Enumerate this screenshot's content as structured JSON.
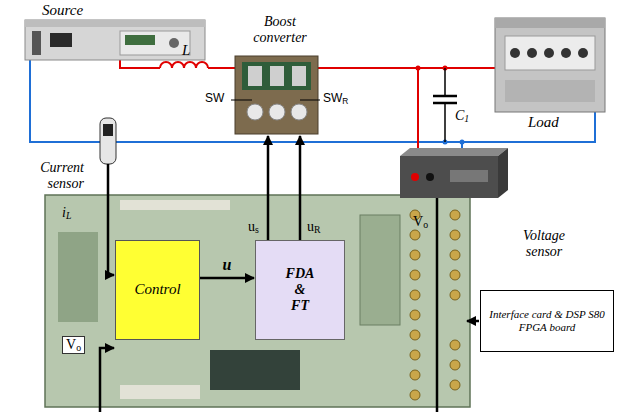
{
  "diagram": {
    "nodes": [
      {
        "text": [
          "Control"
        ]
      },
      {
        "text": [
          "FDA & FT"
        ]
      },
      {
        "text": [
          "Interface card & DSP S80 FPGA board"
        ]
      }
    ],
    "edges": [
      {
        "from": 0,
        "to": 1,
        "arrow": "to",
        "label": "u"
      }
    ],
    "labels": [
      "Source",
      "L",
      "Boost converter",
      "SW",
      "SWR",
      "C1",
      "Load",
      "Current sensor",
      "iL",
      "us",
      "uR",
      "Vo",
      "Voltage sensor",
      "Vo"
    ]
  }
}
